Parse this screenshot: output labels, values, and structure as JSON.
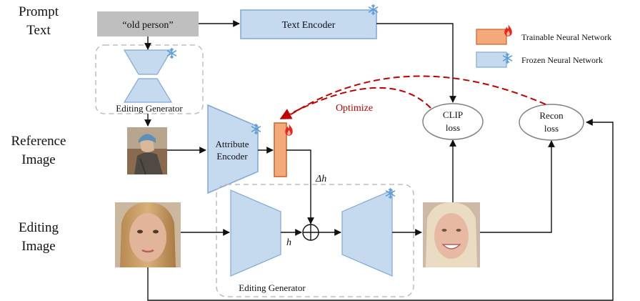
{
  "row_labels": {
    "prompt": [
      "Prompt",
      "Text"
    ],
    "reference": [
      "Reference",
      "Image"
    ],
    "editing": [
      "Editing",
      "Image"
    ]
  },
  "prompt_value": "“old person”",
  "blocks": {
    "text_encoder": "Text Encoder",
    "editing_generator_top": "Editing Generator",
    "attribute_encoder": [
      "Attribute",
      "Encoder"
    ],
    "editing_generator_bottom": "Editing Generator"
  },
  "losses": {
    "clip": [
      "CLIP",
      "loss"
    ],
    "recon": [
      "Recon",
      "loss"
    ]
  },
  "symbols": {
    "h": "h",
    "delta_h": "Δh"
  },
  "optimize_label": "Optimize",
  "legend": {
    "trainable": "Trainable Neural Network",
    "frozen": "Frozen Neural Network"
  },
  "colors": {
    "frozen_fill": "#c5d9ef",
    "frozen_stroke": "#7fa8d4",
    "trainable_fill": "#f4a97a",
    "trainable_stroke": "#c9632a",
    "prompt_box": "#bfbfbf",
    "dashed_group": "#bdbdbd",
    "optimize_arrow": "#c00000",
    "loss_ellipse_stroke": "#808080"
  },
  "icons": {
    "frozen": "snowflake-icon",
    "trainable": "flame-icon"
  }
}
